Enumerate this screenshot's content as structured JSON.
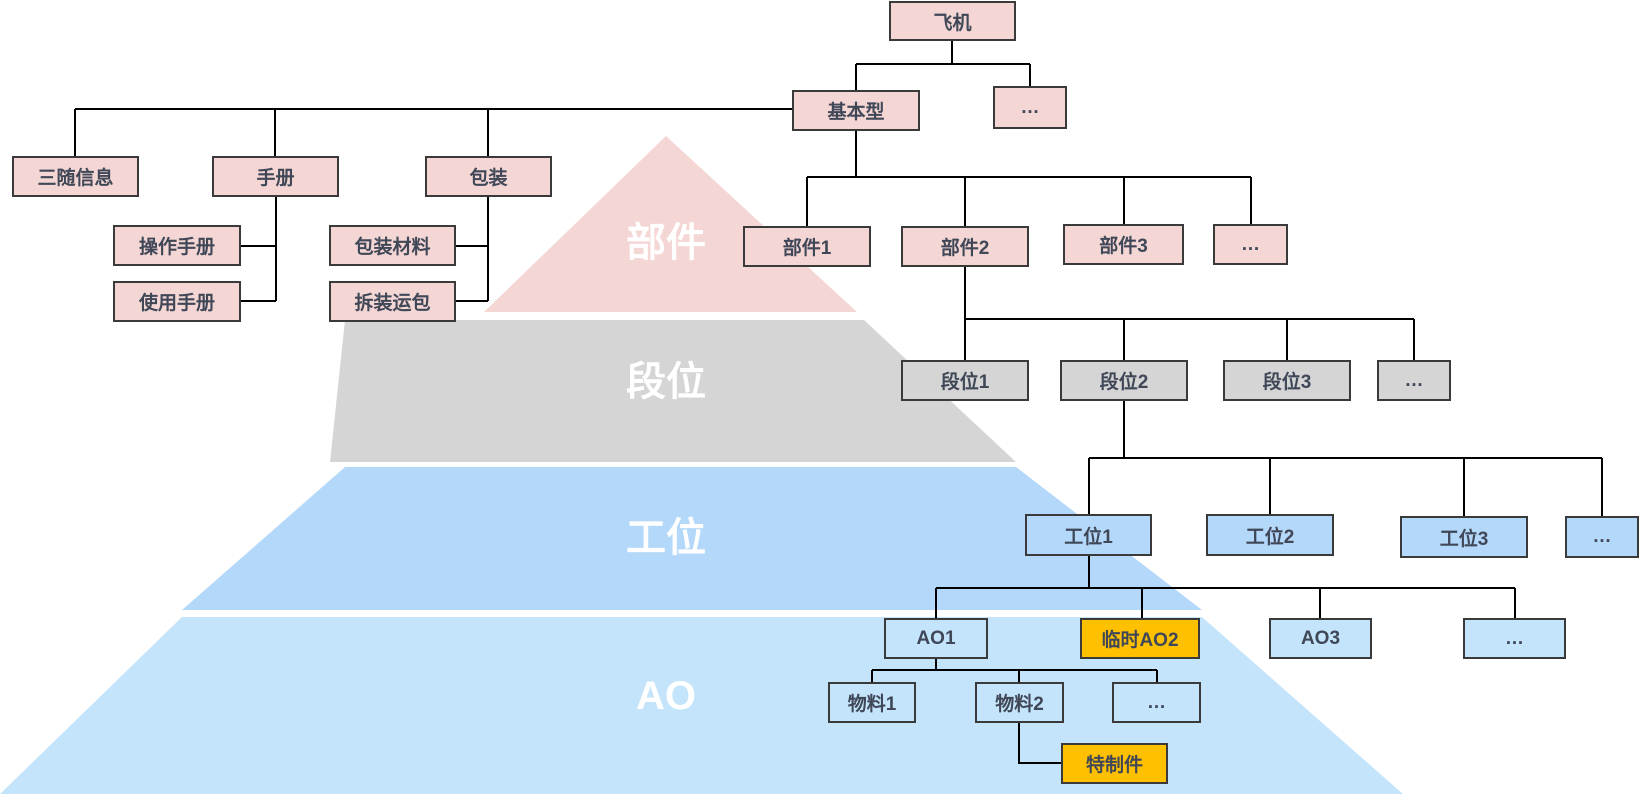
{
  "colors": {
    "tier_parts": "#f4d6d4",
    "tier_sections": "#d5d5d5",
    "tier_stations": "#b4d8fa",
    "tier_ao": "#c4e4fb",
    "highlight": "#ffc000",
    "line": "#000000"
  },
  "pyramid": {
    "parts": "部件",
    "sections": "段位",
    "stations": "工位",
    "ao": "AO"
  },
  "nodes": {
    "aircraft": "飞机",
    "basic_type": "基本型",
    "type_more": "…",
    "accompanying_info": "三随信息",
    "manual": "手册",
    "packaging": "包装",
    "operation_manual": "操作手册",
    "user_manual": "使用手册",
    "packaging_material": "包装材料",
    "unpack_transport": "拆装运包",
    "part1": "部件1",
    "part2": "部件2",
    "part3": "部件3",
    "part_more": "…",
    "section1": "段位1",
    "section2": "段位2",
    "section3": "段位3",
    "section_more": "…",
    "station1": "工位1",
    "station2": "工位2",
    "station3": "工位3",
    "station_more": "…",
    "ao1": "AO1",
    "temp_ao2": "临时AO2",
    "ao3": "AO3",
    "ao_more": "…",
    "material1": "物料1",
    "material2": "物料2",
    "material_more": "…",
    "special_part": "特制件"
  }
}
